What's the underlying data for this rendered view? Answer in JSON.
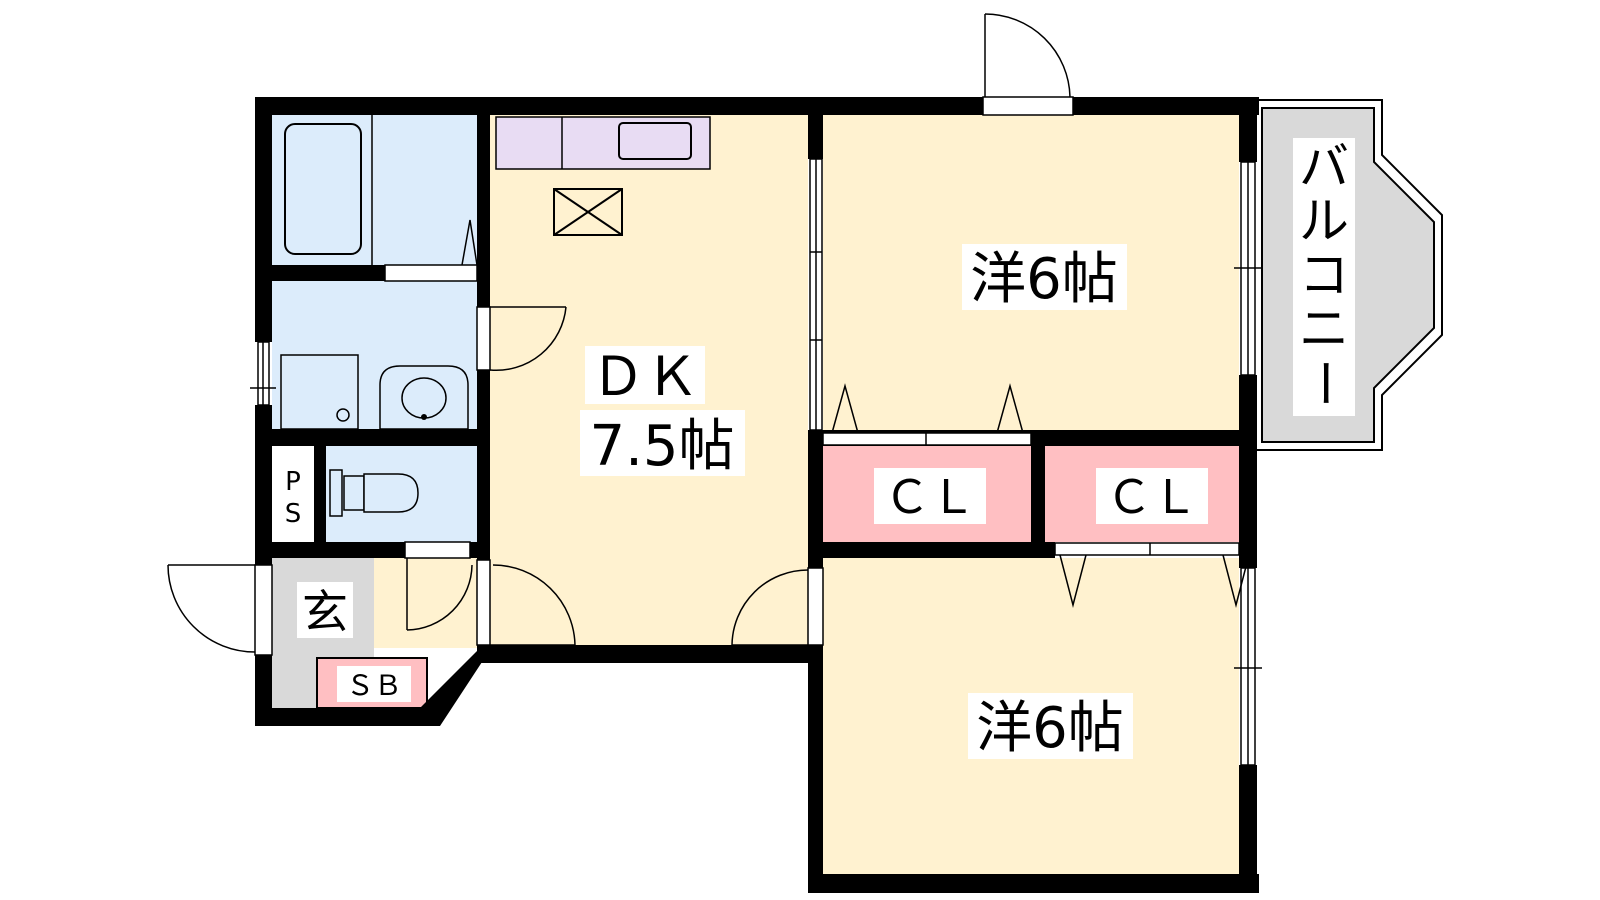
{
  "rooms": {
    "dk": {
      "label_1": "ＤＫ",
      "label_2": "7.5帖"
    },
    "western_upper": {
      "label": "洋6帖"
    },
    "western_lower": {
      "label": "洋6帖"
    },
    "closet_left": {
      "label": "ＣＬ"
    },
    "closet_right": {
      "label": "ＣＬ"
    },
    "balcony": {
      "label": "バルコニー",
      "chars": [
        "バ",
        "ル",
        "コ",
        "ニ",
        "ー"
      ]
    },
    "entrance": {
      "label": "玄"
    },
    "shoe_box": {
      "label": "ＳＢ"
    },
    "pipe_space": {
      "label": "PS",
      "chars": [
        "P",
        "S"
      ]
    }
  },
  "colors": {
    "wall": "#000000",
    "floor_room": "#fff2d0",
    "wet_area": "#dcecfb",
    "kitchen_counter": "#e8dcf3",
    "closet": "#ffbfc2",
    "balcony": "#d9d9d9",
    "entrance": "#d9d9d9"
  }
}
